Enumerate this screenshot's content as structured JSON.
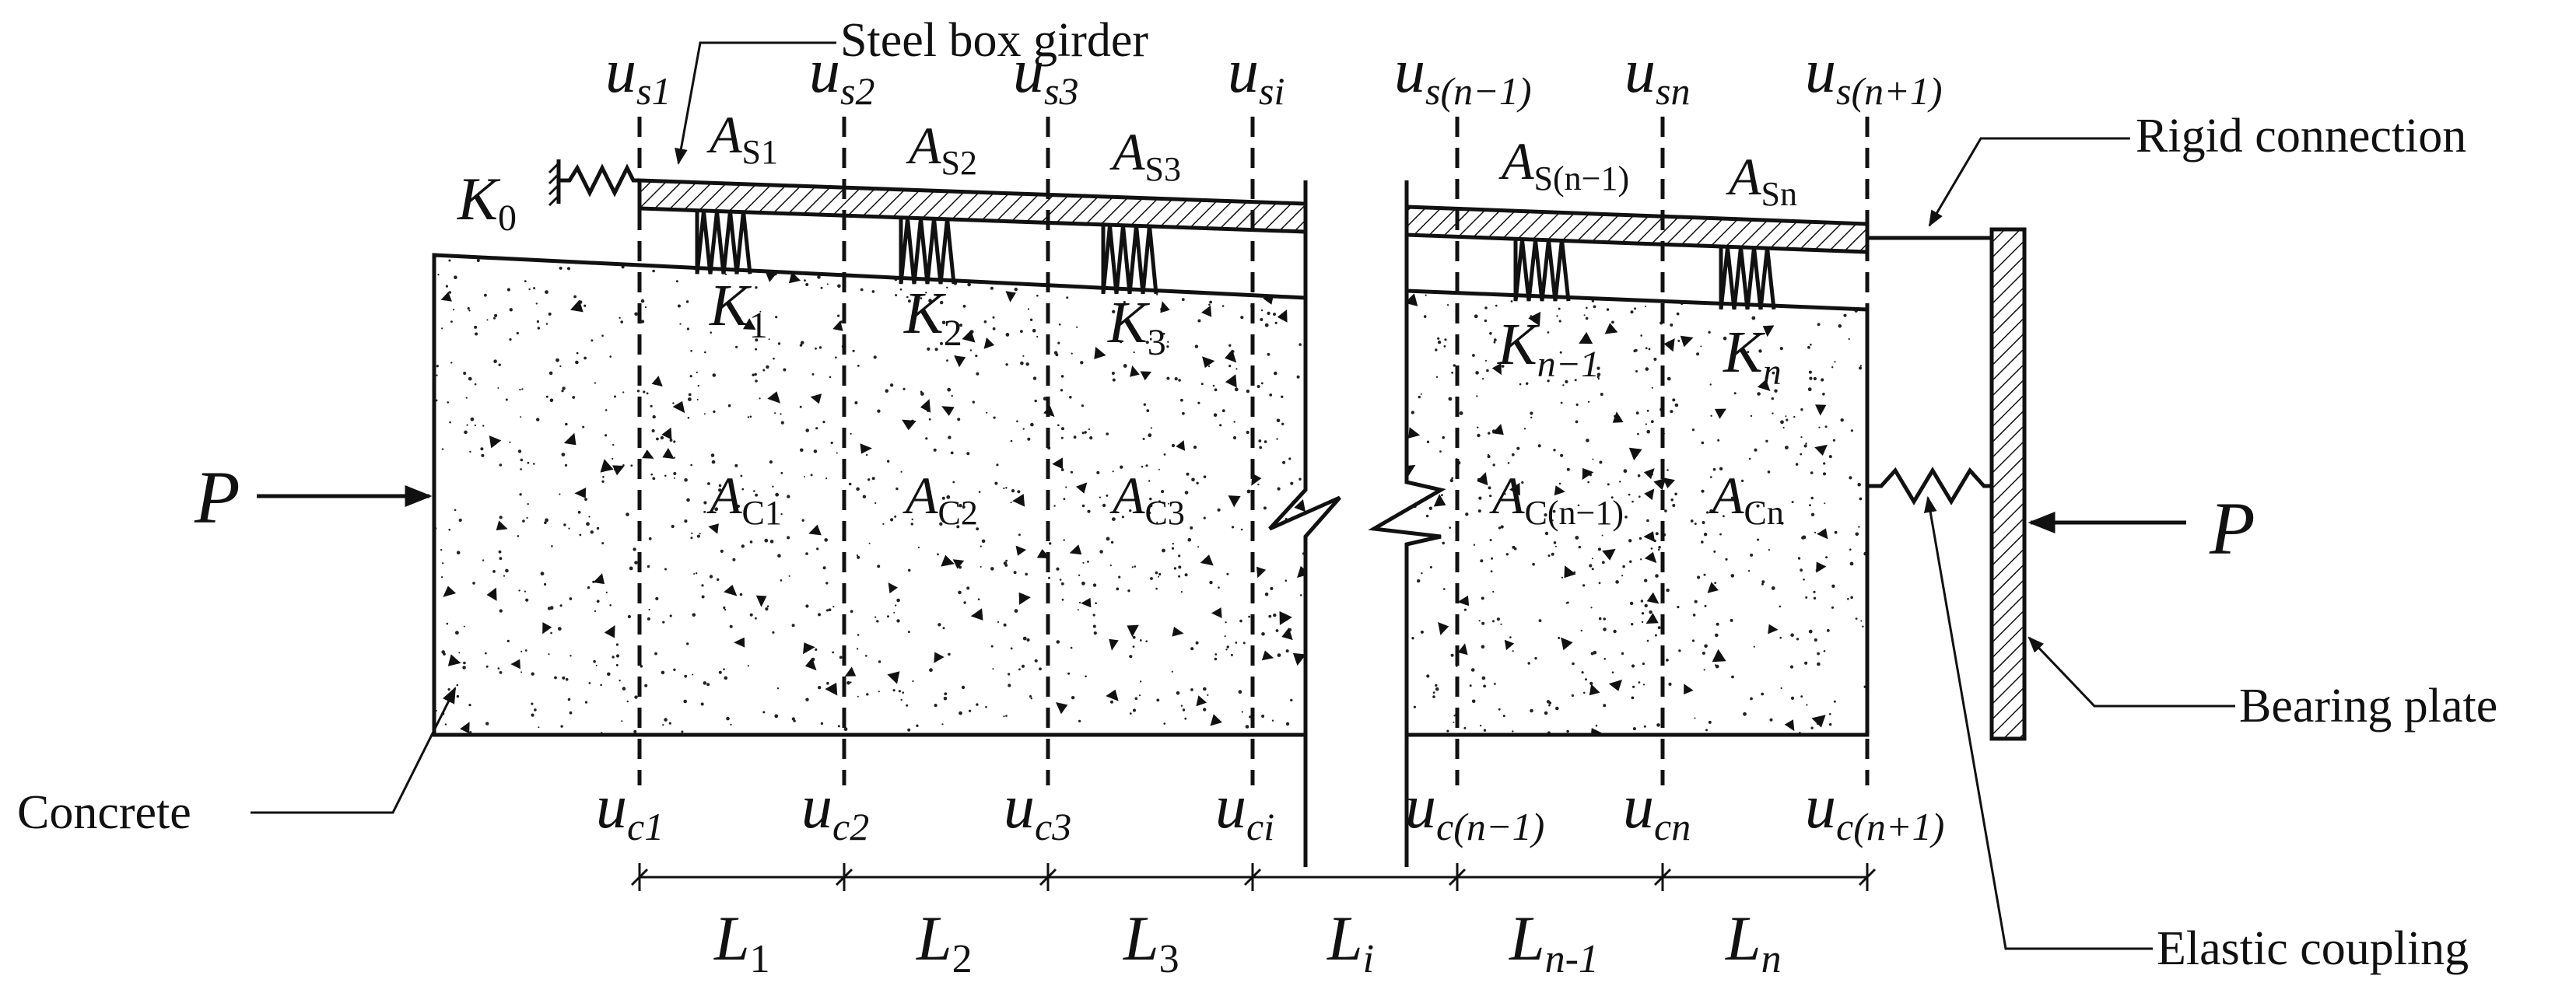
{
  "labels": {
    "steel_box_girder": "Steel box girder",
    "rigid_connection": "Rigid connection",
    "concrete": "Concrete",
    "bearing_plate": "Bearing plate",
    "elastic_coupling": "Elastic coupling"
  },
  "force": {
    "left": "P",
    "right": "P"
  },
  "k0": {
    "main": "K",
    "sub": "0"
  },
  "steel_disp": [
    {
      "main": "u",
      "sub": "s1"
    },
    {
      "main": "u",
      "sub": "s2"
    },
    {
      "main": "u",
      "sub": "s3"
    },
    {
      "main": "u",
      "sub": "si"
    },
    {
      "main": "u",
      "sub": "s(n−1)"
    },
    {
      "main": "u",
      "sub": "sn"
    },
    {
      "main": "u",
      "sub": "s(n+1)"
    }
  ],
  "concrete_disp": [
    {
      "main": "u",
      "sub": "c1"
    },
    {
      "main": "u",
      "sub": "c2"
    },
    {
      "main": "u",
      "sub": "c3"
    },
    {
      "main": "u",
      "sub": "ci"
    },
    {
      "main": "u",
      "sub": "c(n−1)"
    },
    {
      "main": "u",
      "sub": "cn"
    },
    {
      "main": "u",
      "sub": "c(n+1)"
    }
  ],
  "steel_areas": [
    {
      "main": "A",
      "sub": "S1"
    },
    {
      "main": "A",
      "sub": "S2"
    },
    {
      "main": "A",
      "sub": "S3"
    },
    {
      "main": "A",
      "sub": "S(n−1)"
    },
    {
      "main": "A",
      "sub": "Sn"
    }
  ],
  "concrete_areas": [
    {
      "main": "A",
      "sub": "C1"
    },
    {
      "main": "A",
      "sub": "C2"
    },
    {
      "main": "A",
      "sub": "C3"
    },
    {
      "main": "A",
      "sub": "C(n−1)"
    },
    {
      "main": "A",
      "sub": "Cn"
    }
  ],
  "springs": [
    {
      "main": "K",
      "sub": "1"
    },
    {
      "main": "K",
      "sub": "2"
    },
    {
      "main": "K",
      "sub": "3"
    },
    {
      "main": "K",
      "sub": "n−1"
    },
    {
      "main": "K",
      "sub": "n"
    }
  ],
  "lengths": [
    {
      "main": "L",
      "sub": "1"
    },
    {
      "main": "L",
      "sub": "2"
    },
    {
      "main": "L",
      "sub": "3"
    },
    {
      "main": "L",
      "sub": "i"
    },
    {
      "main": "L",
      "sub": "n-1"
    },
    {
      "main": "L",
      "sub": "n"
    }
  ]
}
